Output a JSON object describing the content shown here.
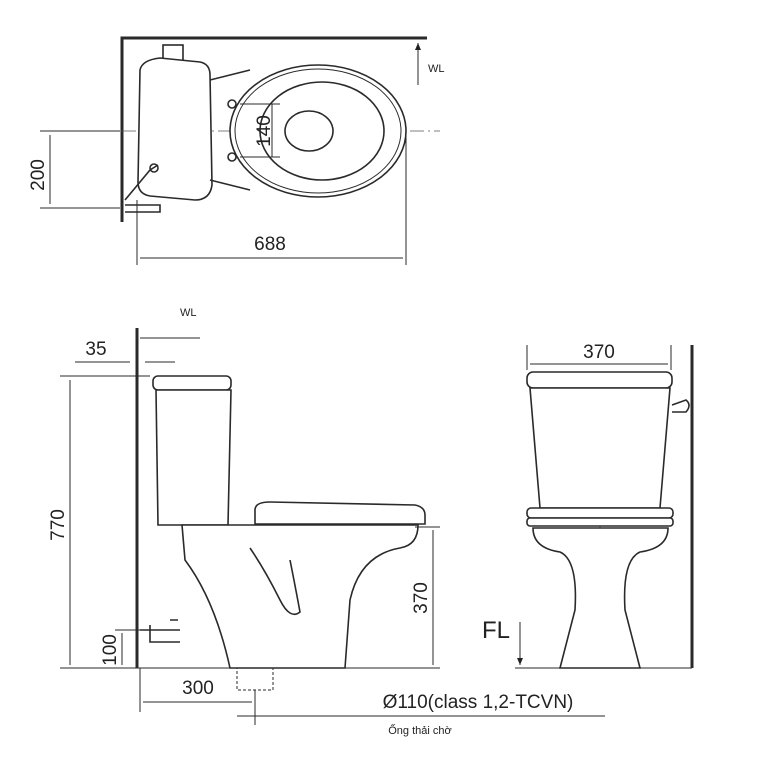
{
  "top_view": {
    "width_dim": "688",
    "offset_dim": "200",
    "seat_dim": "140",
    "wall_label": "WL"
  },
  "side_view": {
    "wall_label": "WL",
    "wall_gap_dim": "35",
    "height_dim": "770",
    "seat_height_dim": "370",
    "supply_height_dim": "100",
    "outlet_offset_dim": "300",
    "pipe_label": "Ø110(class 1,2-TCVN)",
    "pipe_caption": "Ống thải chờ"
  },
  "front_view": {
    "width_dim": "370",
    "floor_label": "FL"
  }
}
